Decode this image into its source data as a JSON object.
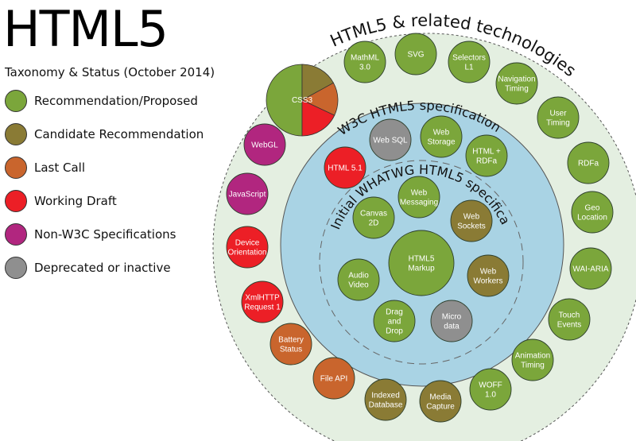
{
  "title": "HTML5",
  "subtitle": "Taxonomy & Status (October 2014)",
  "colors": {
    "recommendation": "#7ba63b",
    "candidate": "#8a7b35",
    "last_call": "#c9652d",
    "working_draft": "#ec1f26",
    "non_w3c": "#b1267f",
    "deprecated": "#8f8f8f",
    "outer_ring": "#e4efe1",
    "w3c_ring": "#a9d3e4"
  },
  "legend": [
    {
      "label": "Recommendation/Proposed",
      "status": "recommendation"
    },
    {
      "label": "Candidate Recommendation",
      "status": "candidate"
    },
    {
      "label": "Last Call",
      "status": "last_call"
    },
    {
      "label": "Working Draft",
      "status": "working_draft"
    },
    {
      "label": "Non-W3C Specifications",
      "status": "non_w3c"
    },
    {
      "label": "Deprecated or inactive",
      "status": "deprecated"
    }
  ],
  "rings": {
    "outer": "HTML5 & related technologies",
    "w3c": "W3C HTML5 specification",
    "whatwg": "Initial WHATWG HTML5 specification"
  },
  "css3": {
    "label": "CSS3",
    "composition": [
      {
        "status": "recommendation",
        "fraction": 0.5
      },
      {
        "status": "candidate",
        "fraction": 0.17
      },
      {
        "status": "last_call",
        "fraction": 0.15
      },
      {
        "status": "working_draft",
        "fraction": 0.18
      }
    ]
  },
  "technologies": [
    {
      "lines": [
        "MathML",
        "3.0"
      ],
      "status": "recommendation"
    },
    {
      "lines": [
        "SVG"
      ],
      "status": "recommendation"
    },
    {
      "lines": [
        "Selectors",
        "L1"
      ],
      "status": "recommendation"
    },
    {
      "lines": [
        "Navigation",
        "Timing"
      ],
      "status": "recommendation"
    },
    {
      "lines": [
        "User",
        "Timing"
      ],
      "status": "recommendation"
    },
    {
      "lines": [
        "RDFa"
      ],
      "status": "recommendation"
    },
    {
      "lines": [
        "Geo",
        "Location"
      ],
      "status": "recommendation"
    },
    {
      "lines": [
        "WAI-ARIA"
      ],
      "status": "recommendation"
    },
    {
      "lines": [
        "Touch",
        "Events"
      ],
      "status": "recommendation"
    },
    {
      "lines": [
        "Animation",
        "Timing"
      ],
      "status": "recommendation"
    },
    {
      "lines": [
        "WOFF",
        "1.0"
      ],
      "status": "recommendation"
    },
    {
      "lines": [
        "Media",
        "Capture"
      ],
      "status": "candidate"
    },
    {
      "lines": [
        "Indexed",
        "Database"
      ],
      "status": "candidate"
    },
    {
      "lines": [
        "File API"
      ],
      "status": "last_call"
    },
    {
      "lines": [
        "Battery",
        "Status"
      ],
      "status": "last_call"
    },
    {
      "lines": [
        "XmlHTTP",
        "Request 1"
      ],
      "status": "working_draft"
    },
    {
      "lines": [
        "Device",
        "Orientation"
      ],
      "status": "working_draft"
    },
    {
      "lines": [
        "JavaScript"
      ],
      "status": "non_w3c"
    },
    {
      "lines": [
        "WebGL"
      ],
      "status": "non_w3c"
    },
    {
      "lines": [
        "HTML 5.1"
      ],
      "status": "working_draft"
    },
    {
      "lines": [
        "Web SQL"
      ],
      "status": "deprecated"
    },
    {
      "lines": [
        "Web",
        "Storage"
      ],
      "status": "recommendation"
    },
    {
      "lines": [
        "HTML +",
        "RDFa"
      ],
      "status": "recommendation"
    },
    {
      "lines": [
        "Web",
        "Messaging"
      ],
      "status": "recommendation"
    },
    {
      "lines": [
        "Canvas",
        "2D"
      ],
      "status": "recommendation"
    },
    {
      "lines": [
        "Web",
        "Sockets"
      ],
      "status": "candidate"
    },
    {
      "lines": [
        "HTML5",
        "Markup"
      ],
      "status": "recommendation"
    },
    {
      "lines": [
        "Audio",
        "Video"
      ],
      "status": "recommendation"
    },
    {
      "lines": [
        "Web",
        "Workers"
      ],
      "status": "candidate"
    },
    {
      "lines": [
        "Drag",
        "and",
        "Drop"
      ],
      "status": "recommendation"
    },
    {
      "lines": [
        "Micro",
        "data"
      ],
      "status": "deprecated"
    }
  ]
}
